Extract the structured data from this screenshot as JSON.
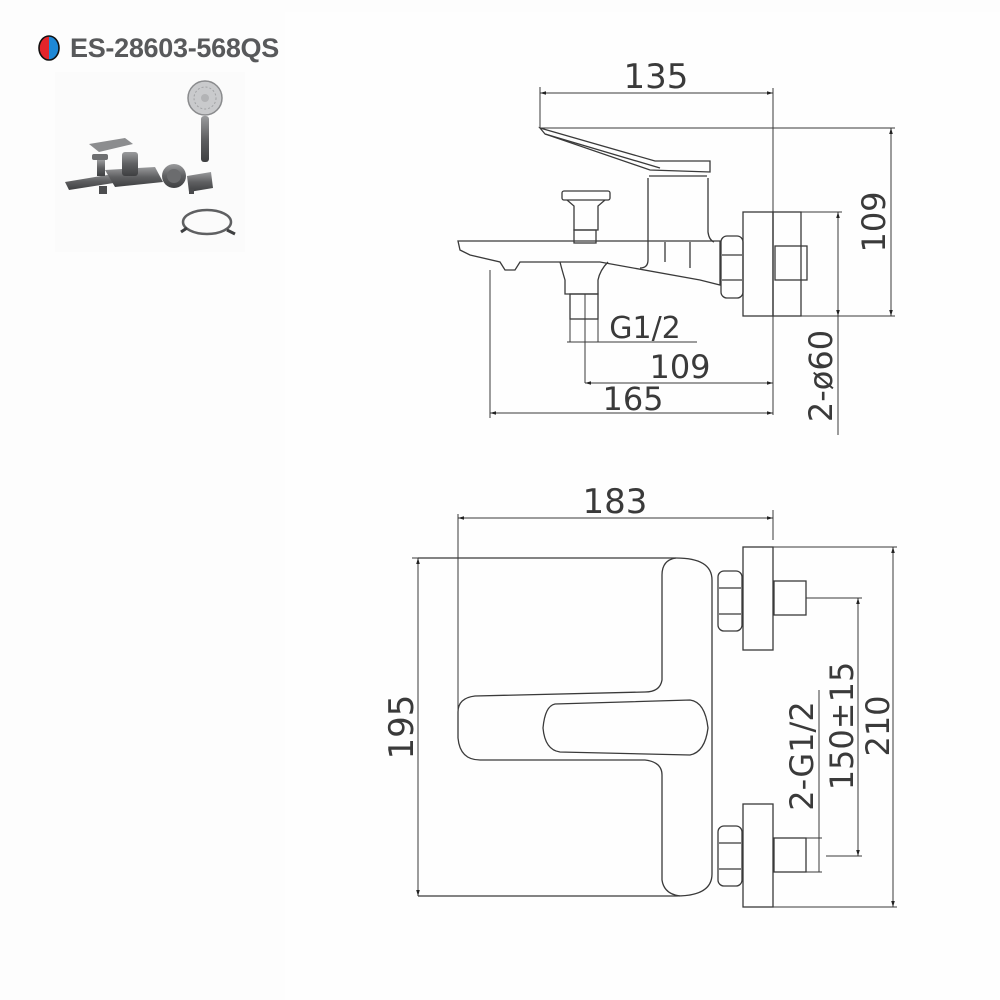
{
  "header": {
    "model_number": "ES-28603-568QS",
    "hot_cold_icon": "hot-cold-indicator-icon",
    "colors": {
      "hot": "#e3242b",
      "cold": "#1e88d6",
      "text": "#58595b"
    }
  },
  "product_photo": {
    "items": [
      "bath-mixer-icon",
      "hand-shower-icon",
      "shower-holder-icon",
      "shower-hose-icon"
    ],
    "finish_color": "#5f6062"
  },
  "side_view": {
    "dimensions": {
      "overall_depth_top": "135",
      "height": "109",
      "outlet_thread": "G1/2",
      "outlet_distance": "109",
      "spout_length": "165",
      "flange": "2-ø60"
    }
  },
  "top_view": {
    "dimensions": {
      "width": "183",
      "lever_height": "195",
      "inlet_thread": "2-G1/2",
      "centres": "150±15",
      "overall_height": "210"
    }
  },
  "line_color": "#3a3a3a"
}
